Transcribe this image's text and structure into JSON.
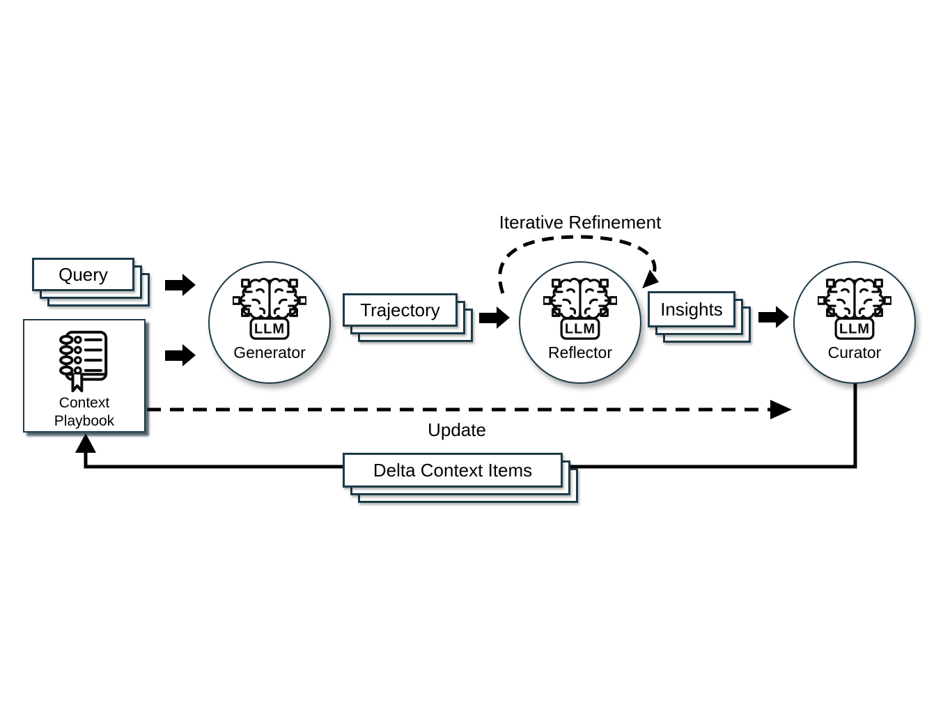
{
  "colors": {
    "node_border": "#1e3a49",
    "ink": "#000000",
    "background": "#ffffff"
  },
  "nodes": {
    "query": {
      "label": "Query",
      "type": "stacked-document",
      "layers": 3
    },
    "context_playbook": {
      "line1": "Context",
      "line2": "Playbook",
      "type": "box-with-notebook-icon"
    },
    "generator": {
      "label": "Generator",
      "badge": "LLM",
      "type": "llm-circle"
    },
    "trajectory": {
      "label": "Trajectory",
      "type": "stacked-document",
      "layers": 3
    },
    "reflector": {
      "label": "Reflector",
      "badge": "LLM",
      "type": "llm-circle"
    },
    "insights": {
      "label": "Insights",
      "type": "stacked-document",
      "layers": 3
    },
    "curator": {
      "label": "Curator",
      "badge": "LLM",
      "type": "llm-circle"
    },
    "delta_context_items": {
      "label": "Delta Context Items",
      "type": "stacked-document",
      "layers": 3
    }
  },
  "edges": {
    "query_to_generator": {
      "from": "query",
      "to": "generator",
      "style": "block-arrow"
    },
    "playbook_to_generator": {
      "from": "context_playbook",
      "to": "generator",
      "style": "block-arrow"
    },
    "trajectory_to_reflector": {
      "from": "trajectory",
      "to": "reflector",
      "style": "block-arrow"
    },
    "insights_to_curator": {
      "from": "insights",
      "to": "curator",
      "style": "block-arrow"
    },
    "iterative_refinement": {
      "label": "Iterative Refinement",
      "on": "reflector",
      "style": "dashed-loop-arrow"
    },
    "update": {
      "label": "Update",
      "from": "context_playbook",
      "style": "dashed-arrow"
    },
    "curator_to_playbook": {
      "from": "curator",
      "to": "context_playbook",
      "via": "delta_context_items",
      "style": "solid-arrow"
    }
  }
}
